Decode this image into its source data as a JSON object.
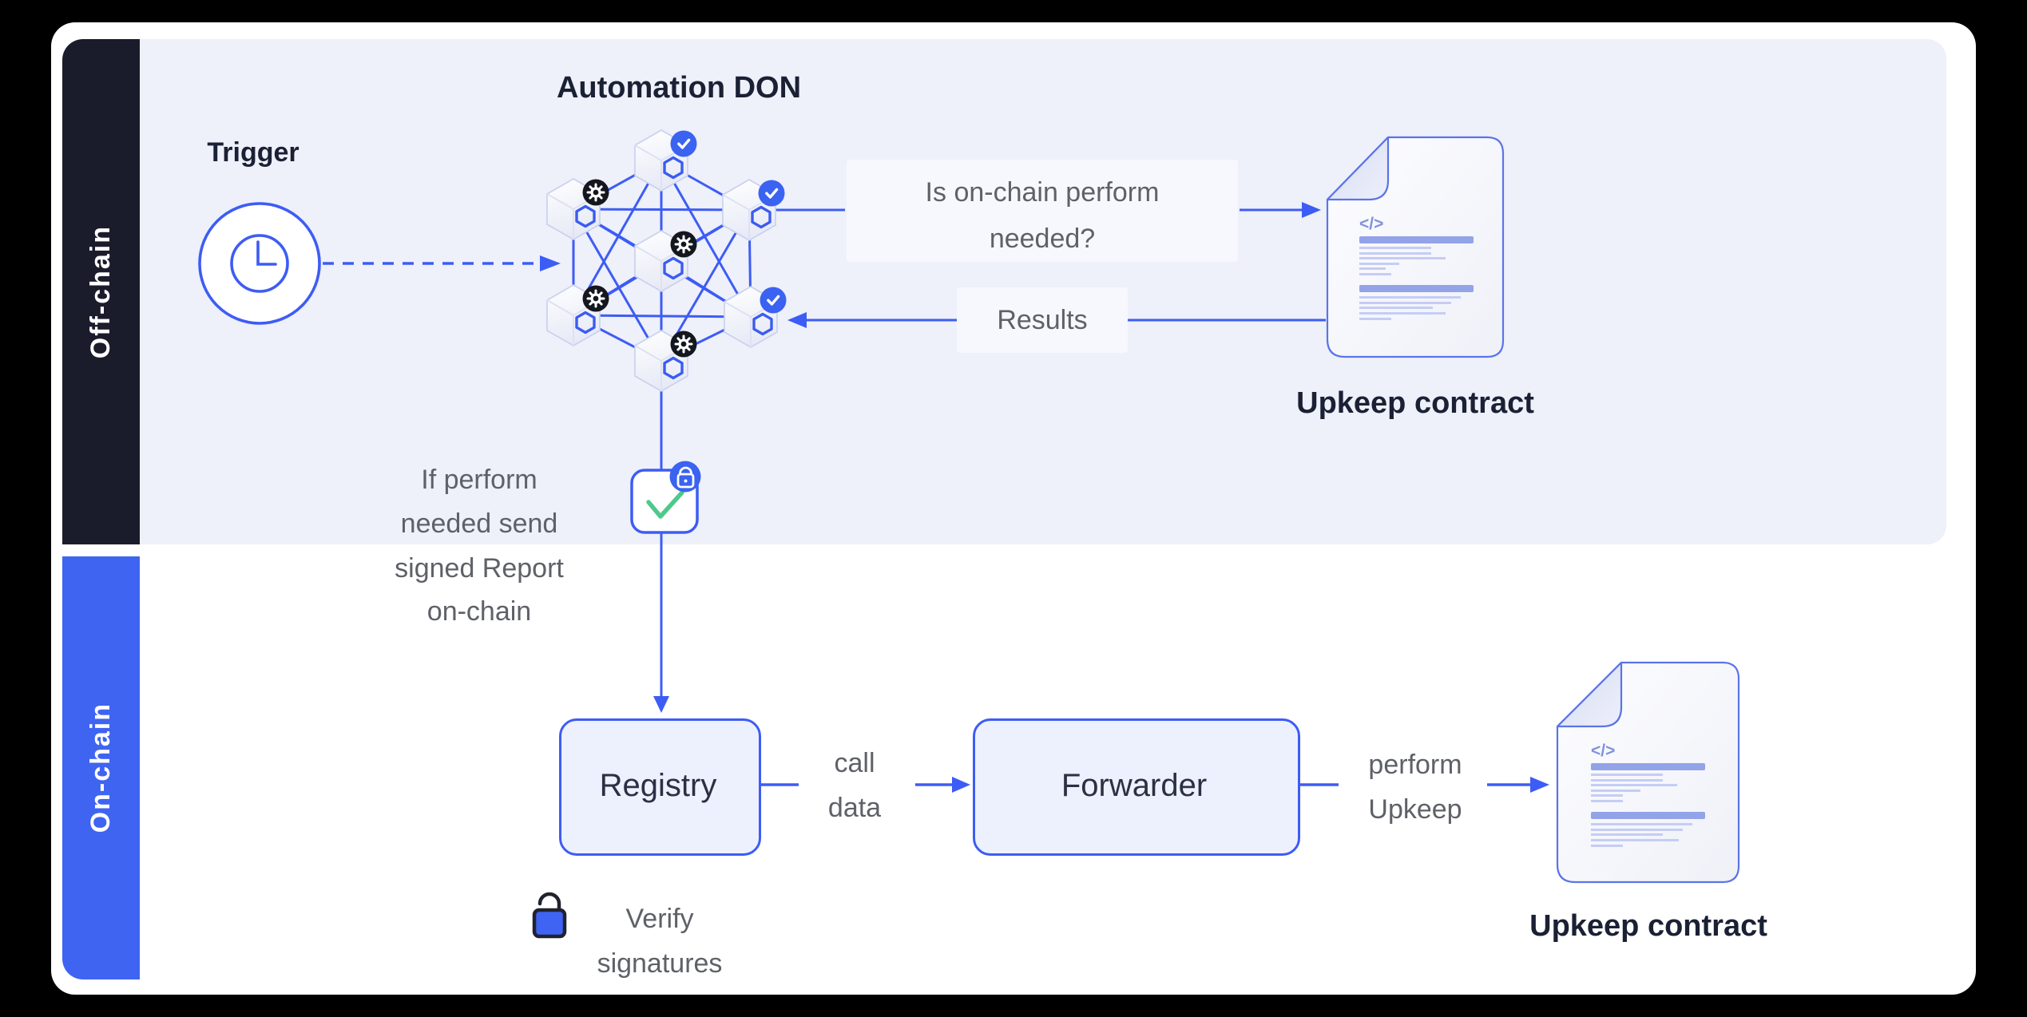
{
  "colors": {
    "accent_blue": "#3D5CF5",
    "sidebar_dark": "#1B1C2B",
    "sidebar_blue": "#3F64F2",
    "offchain_bg": "#EEF0FA",
    "badge_blue": "#3B63F1",
    "badge_dark": "#15171F",
    "check_green": "#4EC98C",
    "text_dark": "#1B2134",
    "text_gray": "#5E6167",
    "flowbox_fill": "#EDF1FD",
    "doc_bar": "#93A3E8",
    "doc_line": "#C5CDF4"
  },
  "sidebars": {
    "off_chain_label": "Off-chain",
    "on_chain_label": "On-chain"
  },
  "off_chain": {
    "don_title": "Automation DON",
    "trigger_label": "Trigger",
    "don_nodes": [
      {
        "id": "top-center",
        "badge": "check"
      },
      {
        "id": "top-left",
        "badge": "gear"
      },
      {
        "id": "top-right",
        "badge": "check"
      },
      {
        "id": "center",
        "badge": "gear"
      },
      {
        "id": "bottom-left",
        "badge": "gear"
      },
      {
        "id": "bottom-right",
        "badge": "check"
      },
      {
        "id": "bottom-center",
        "badge": "gear"
      }
    ],
    "question": [
      "Is on-chain perform",
      "needed?"
    ],
    "results_label": "Results",
    "upkeep_contract_label": "Upkeep contract"
  },
  "transition": {
    "report_note": [
      "If perform",
      "needed send",
      "signed Report",
      "on-chain"
    ]
  },
  "on_chain": {
    "registry_label": "Registry",
    "call_data": [
      "call",
      "data"
    ],
    "forwarder_label": "Forwarder",
    "perform_upkeep": [
      "perform",
      "Upkeep"
    ],
    "verify_note": [
      "Verify",
      "signatures"
    ],
    "upkeep_contract_label": "Upkeep contract"
  },
  "doc_icon": {
    "code_glyph": "</>"
  }
}
